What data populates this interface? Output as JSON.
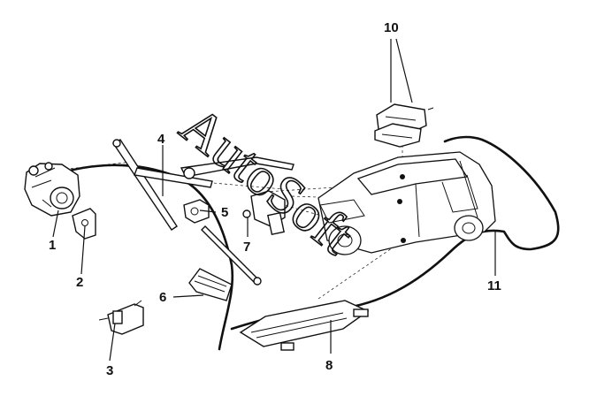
{
  "watermark": {
    "text": "AutoSoft"
  },
  "callouts": [
    {
      "id": "1",
      "label": "1"
    },
    {
      "id": "2",
      "label": "2"
    },
    {
      "id": "3",
      "label": "3"
    },
    {
      "id": "4",
      "label": "4"
    },
    {
      "id": "5",
      "label": "5"
    },
    {
      "id": "6",
      "label": "6"
    },
    {
      "id": "7",
      "label": "7"
    },
    {
      "id": "8",
      "label": "8"
    },
    {
      "id": "10",
      "label": "10"
    },
    {
      "id": "11",
      "label": "11"
    }
  ]
}
